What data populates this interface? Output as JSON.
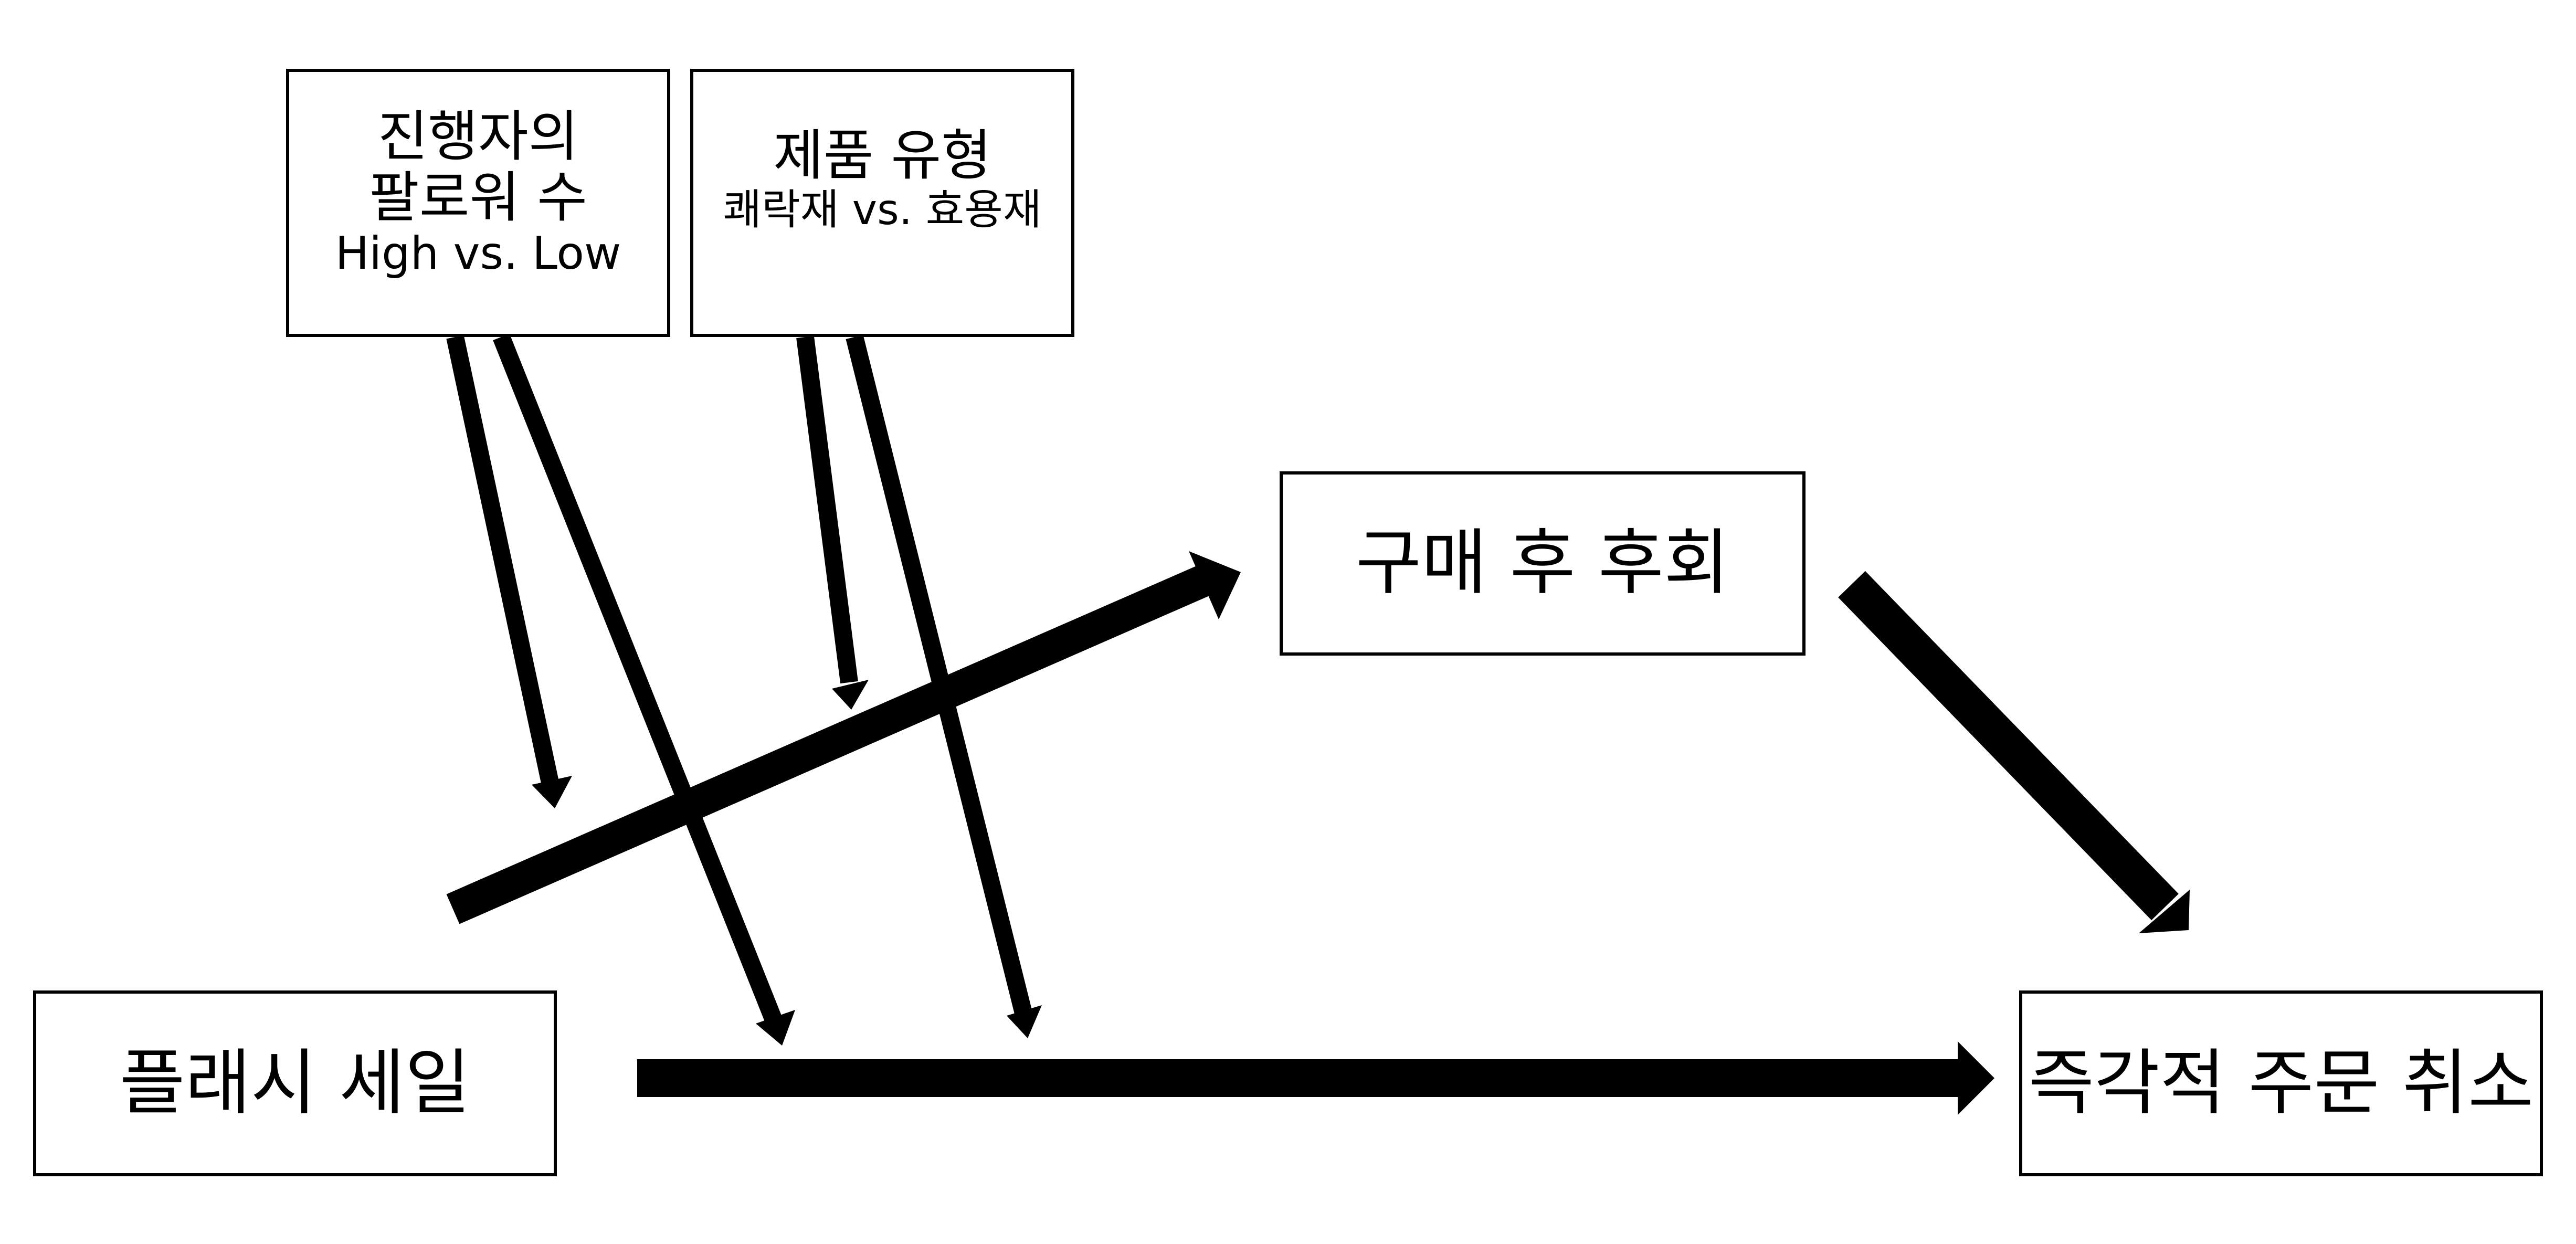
{
  "diagram": {
    "type": "research-model",
    "independent_variable": {
      "label": "플래시 세일"
    },
    "mediator": {
      "label": "구매 후 후회"
    },
    "dependent_variable": {
      "label": "즉각적 주문 취소"
    },
    "moderators": [
      {
        "title_line1": "진행자의",
        "title_line2": "팔로워 수",
        "levels": "High vs. Low"
      },
      {
        "title": "제품 유형",
        "levels": "쾌락재 vs. 효용재"
      }
    ],
    "paths": [
      {
        "from": "플래시 세일",
        "to": "구매 후 후회",
        "style": "thick-arrow"
      },
      {
        "from": "구매 후 후회",
        "to": "즉각적 주문 취소",
        "style": "thick-arrow"
      },
      {
        "from": "플래시 세일",
        "to": "즉각적 주문 취소",
        "style": "thick-arrow"
      },
      {
        "from": "진행자의 팔로워 수",
        "to": "플래시 세일 → 구매 후 후회",
        "style": "thin-arrow"
      },
      {
        "from": "진행자의 팔로워 수",
        "to": "플래시 세일 → 즉각적 주문 취소",
        "style": "thin-arrow"
      },
      {
        "from": "제품 유형",
        "to": "플래시 세일 → 구매 후 후회",
        "style": "thin-arrow"
      },
      {
        "from": "제품 유형",
        "to": "플래시 세일 → 즉각적 주문 취소",
        "style": "thin-arrow"
      }
    ],
    "colors": {
      "stroke": "#000000",
      "background": "#ffffff"
    }
  }
}
